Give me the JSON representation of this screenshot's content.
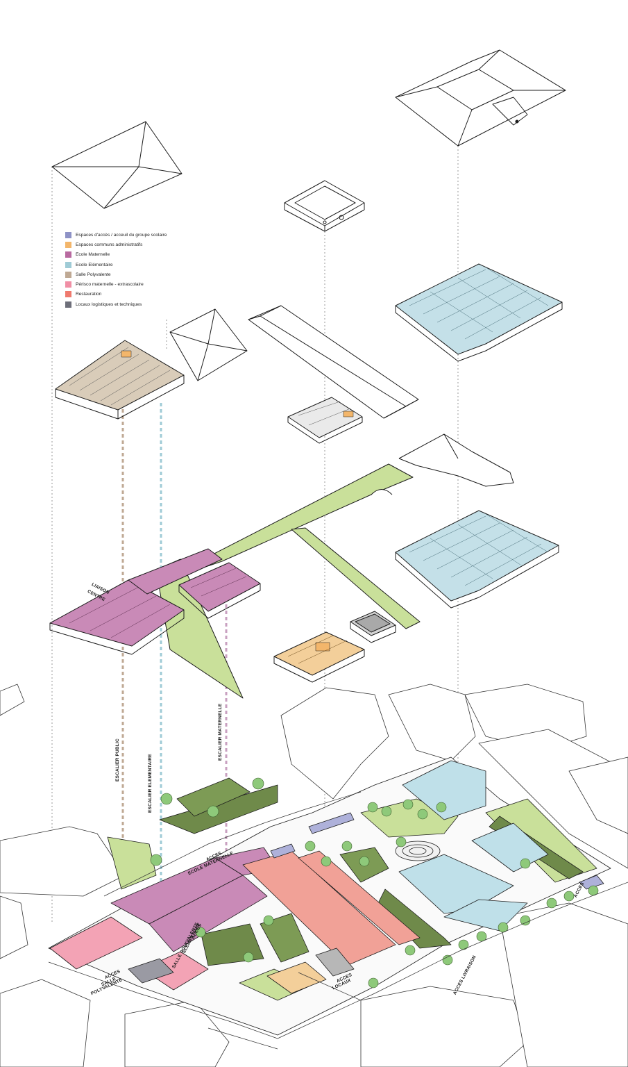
{
  "legend": {
    "items": [
      {
        "label": "Espaces d'accès / acceuil du groupe scolaire",
        "color": "#8e92c6"
      },
      {
        "label": "Espaces communs administratifs",
        "color": "#f3b66b"
      },
      {
        "label": "Ecole Maternelle",
        "color": "#b86aa0"
      },
      {
        "label": "Ecole Elémentaire",
        "color": "#9fcbd6"
      },
      {
        "label": "Salle Polyvalente",
        "color": "#bfa994"
      },
      {
        "label": "Périsco maternelle - extrascolaire",
        "color": "#f08fa5"
      },
      {
        "label": "Restauration",
        "color": "#ef7a6e"
      },
      {
        "label": "Locaux logistiques et techniques",
        "color": "#6e6f7a"
      }
    ]
  },
  "labels": {
    "escalier_public": "ESCALIER PUBLIC",
    "escalier_elementaire": "ESCALIER ELEMENTAIRE",
    "escalier_maternelle": "ESCALIER MATERNELLE",
    "liaison": "LIAISON",
    "centre": "CENTRE",
    "acces_ecole_maternelle_1": "ACCES",
    "acces_ecole_maternelle_2": "ECOLE MATERNELLE",
    "acces_elementaire_1": "ACCES",
    "acces_elementaire_2": "ELEMENTAIRE",
    "acces_elementaire_3": "SALLE POLYVALENTE",
    "acces_salle_1": "ACCES",
    "acces_salle_2": "SALLE",
    "acces_salle_3": "POLYVALENTE",
    "acces_locaux": "ACCES",
    "acces_locaux_2": "LOCAUX",
    "acces_livraisons": "ACCES LIVRAISON",
    "acces_right": "ACCES"
  },
  "colors": {
    "green_light": "#c9e09a",
    "green_dark": "#6f8a4a",
    "maternelle": "#b86aa0",
    "elementaire": "#9fcbd6",
    "salle": "#bfa994",
    "perisco": "#f08fa5",
    "restauration": "#ef7a6e",
    "admin": "#f3b66b",
    "acces": "#8e92c6",
    "technique": "#6e6f7a"
  }
}
